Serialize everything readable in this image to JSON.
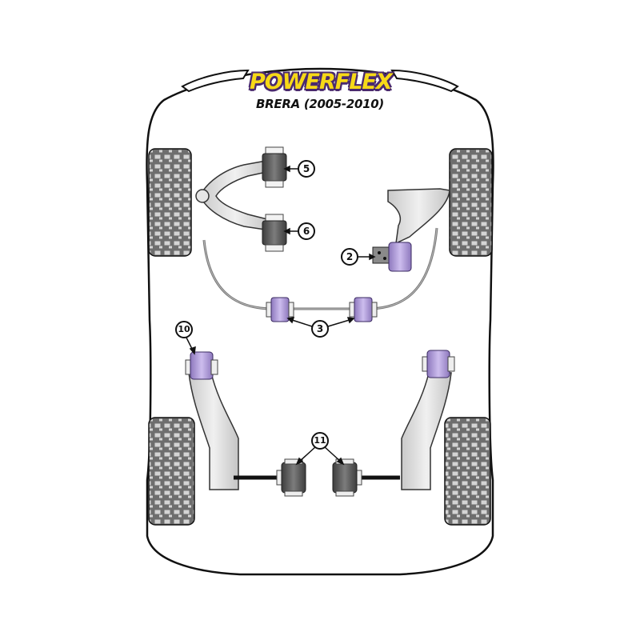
{
  "brand": {
    "logo_text": "POWERFLEX"
  },
  "title": "BRERA (2005-2010)",
  "callouts": [
    {
      "id": "c5",
      "label": "5"
    },
    {
      "id": "c6",
      "label": "6"
    },
    {
      "id": "c2",
      "label": "2"
    },
    {
      "id": "c3",
      "label": "3"
    },
    {
      "id": "c10",
      "label": "10"
    },
    {
      "id": "c11",
      "label": "11"
    }
  ],
  "colors": {
    "bush_purple": "#b9a6dc",
    "bush_dark": "#5b5b5b",
    "arm_grey": "#d9d9d9",
    "tyre_grey": "#7a7a7a",
    "logo_yellow": "#f7d917",
    "logo_purple": "#4a2a6e"
  }
}
